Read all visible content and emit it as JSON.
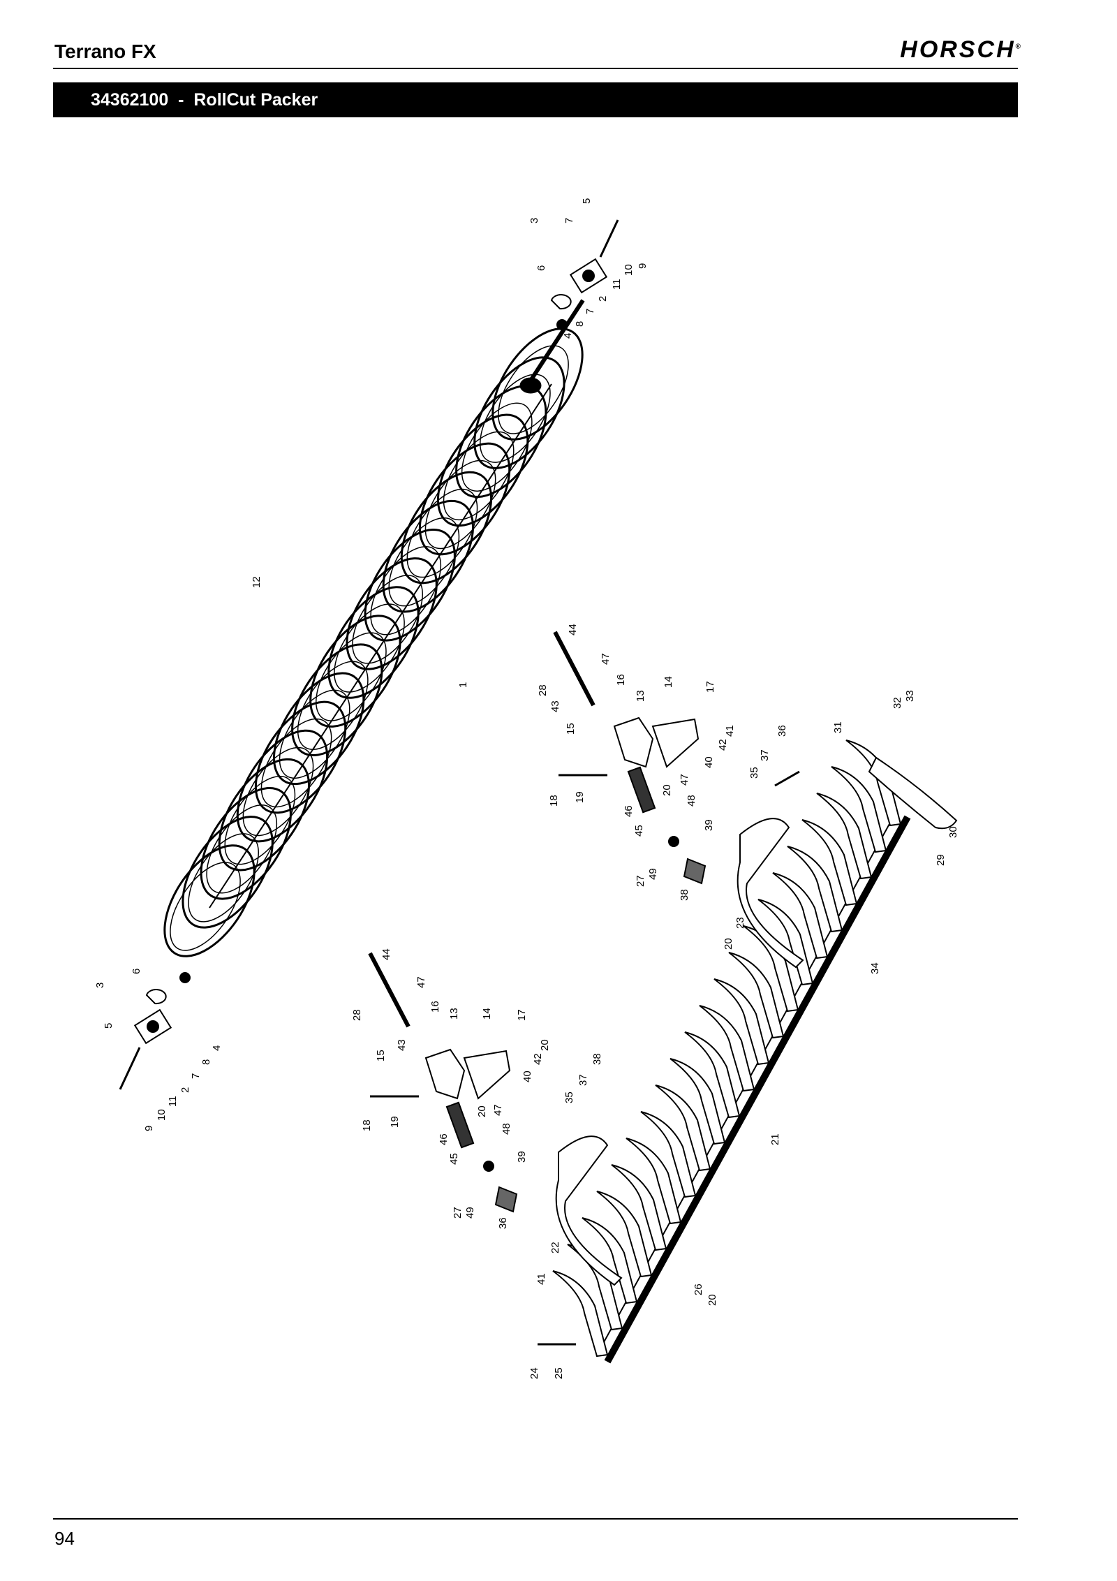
{
  "header": {
    "title": "Terrano FX",
    "brand": "HORSCH",
    "brand_mark": "®"
  },
  "section": {
    "part_number": "34362100",
    "separator": "-",
    "name": "RollCut Packer"
  },
  "diagram": {
    "callouts": [
      {
        "id": "c-3a",
        "text": "3"
      },
      {
        "id": "c-7a",
        "text": "7"
      },
      {
        "id": "c-5a",
        "text": "5"
      },
      {
        "id": "c-6a",
        "text": "6"
      },
      {
        "id": "c-9a",
        "text": "9"
      },
      {
        "id": "c-10a",
        "text": "10"
      },
      {
        "id": "c-11a",
        "text": "11"
      },
      {
        "id": "c-2a",
        "text": "2"
      },
      {
        "id": "c-7b",
        "text": "7"
      },
      {
        "id": "c-8a",
        "text": "8"
      },
      {
        "id": "c-4a",
        "text": "4"
      },
      {
        "id": "c-12",
        "text": "12"
      },
      {
        "id": "c-1",
        "text": "1"
      },
      {
        "id": "c-3b",
        "text": "3"
      },
      {
        "id": "c-6b",
        "text": "6"
      },
      {
        "id": "c-5b",
        "text": "5"
      },
      {
        "id": "c-9b",
        "text": "9"
      },
      {
        "id": "c-10b",
        "text": "10"
      },
      {
        "id": "c-11b",
        "text": "11"
      },
      {
        "id": "c-2b",
        "text": "2"
      },
      {
        "id": "c-7c",
        "text": "7"
      },
      {
        "id": "c-8b",
        "text": "8"
      },
      {
        "id": "c-4b",
        "text": "4"
      },
      {
        "id": "c-44a",
        "text": "44"
      },
      {
        "id": "c-28a",
        "text": "28"
      },
      {
        "id": "c-43a",
        "text": "43"
      },
      {
        "id": "c-47a",
        "text": "47"
      },
      {
        "id": "c-16a",
        "text": "16"
      },
      {
        "id": "c-13a",
        "text": "13"
      },
      {
        "id": "c-14a",
        "text": "14"
      },
      {
        "id": "c-17a",
        "text": "17"
      },
      {
        "id": "c-15a",
        "text": "15"
      },
      {
        "id": "c-18a",
        "text": "18"
      },
      {
        "id": "c-19a",
        "text": "19"
      },
      {
        "id": "c-46a",
        "text": "46"
      },
      {
        "id": "c-45a",
        "text": "45"
      },
      {
        "id": "c-20a",
        "text": "20"
      },
      {
        "id": "c-47b",
        "text": "47"
      },
      {
        "id": "c-48a",
        "text": "48"
      },
      {
        "id": "c-39a",
        "text": "39"
      },
      {
        "id": "c-40a",
        "text": "40"
      },
      {
        "id": "c-42a",
        "text": "42"
      },
      {
        "id": "c-41a",
        "text": "41"
      },
      {
        "id": "c-36a",
        "text": "36"
      },
      {
        "id": "c-37a",
        "text": "37"
      },
      {
        "id": "c-35a",
        "text": "35"
      },
      {
        "id": "c-27a",
        "text": "27"
      },
      {
        "id": "c-49a",
        "text": "49"
      },
      {
        "id": "c-38a",
        "text": "38"
      },
      {
        "id": "c-20b",
        "text": "20"
      },
      {
        "id": "c-23",
        "text": "23"
      },
      {
        "id": "c-31",
        "text": "31"
      },
      {
        "id": "c-32",
        "text": "32"
      },
      {
        "id": "c-33",
        "text": "33"
      },
      {
        "id": "c-29",
        "text": "29"
      },
      {
        "id": "c-30",
        "text": "30"
      },
      {
        "id": "c-34",
        "text": "34"
      },
      {
        "id": "c-21",
        "text": "21"
      },
      {
        "id": "c-44b",
        "text": "44"
      },
      {
        "id": "c-47c",
        "text": "47"
      },
      {
        "id": "c-28b",
        "text": "28"
      },
      {
        "id": "c-16b",
        "text": "16"
      },
      {
        "id": "c-13b",
        "text": "13"
      },
      {
        "id": "c-14b",
        "text": "14"
      },
      {
        "id": "c-17b",
        "text": "17"
      },
      {
        "id": "c-15b",
        "text": "15"
      },
      {
        "id": "c-43b",
        "text": "43"
      },
      {
        "id": "c-20c",
        "text": "20"
      },
      {
        "id": "c-42b",
        "text": "42"
      },
      {
        "id": "c-38b",
        "text": "38"
      },
      {
        "id": "c-40b",
        "text": "40"
      },
      {
        "id": "c-37b",
        "text": "37"
      },
      {
        "id": "c-35b",
        "text": "35"
      },
      {
        "id": "c-18b",
        "text": "18"
      },
      {
        "id": "c-19b",
        "text": "19"
      },
      {
        "id": "c-20d",
        "text": "20"
      },
      {
        "id": "c-47d",
        "text": "47"
      },
      {
        "id": "c-46b",
        "text": "46"
      },
      {
        "id": "c-48b",
        "text": "48"
      },
      {
        "id": "c-45b",
        "text": "45"
      },
      {
        "id": "c-39b",
        "text": "39"
      },
      {
        "id": "c-27b",
        "text": "27"
      },
      {
        "id": "c-49b",
        "text": "49"
      },
      {
        "id": "c-36b",
        "text": "36"
      },
      {
        "id": "c-22",
        "text": "22"
      },
      {
        "id": "c-41b",
        "text": "41"
      },
      {
        "id": "c-26",
        "text": "26"
      },
      {
        "id": "c-20e",
        "text": "20"
      },
      {
        "id": "c-24",
        "text": "24"
      },
      {
        "id": "c-25",
        "text": "25"
      }
    ]
  },
  "footer": {
    "page_number": "94"
  }
}
